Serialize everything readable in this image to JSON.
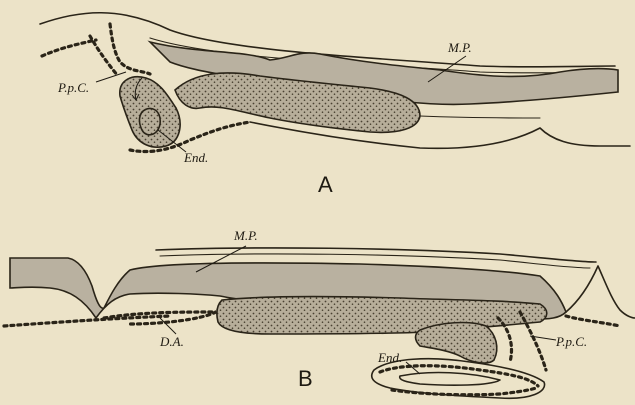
{
  "panels": [
    {
      "letter": "A",
      "labels": {
        "mp": "M.P.",
        "ppc": "P.p.C.",
        "end": "End."
      }
    },
    {
      "letter": "B",
      "labels": {
        "mp": "M.P.",
        "da": "D.A.",
        "end": "End.",
        "ppc": "P.p.C."
      }
    }
  ]
}
